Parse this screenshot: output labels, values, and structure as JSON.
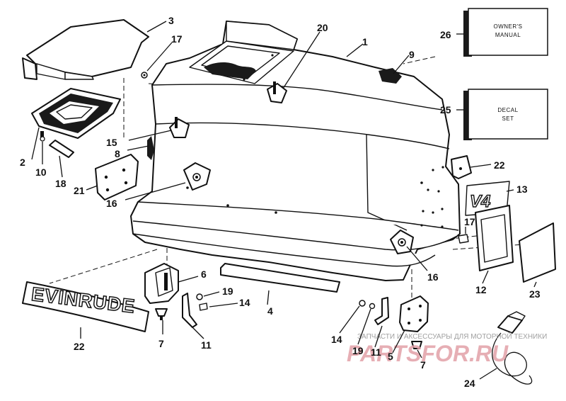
{
  "callouts": {
    "c1": "1",
    "c2": "2",
    "c3": "3",
    "c4": "4",
    "c5": "5",
    "c6": "6",
    "c7a": "7",
    "c7b": "7",
    "c8": "8",
    "c9": "9",
    "c10": "10",
    "c11a": "11",
    "c11b": "11",
    "c12": "12",
    "c13": "13",
    "c14a": "14",
    "c14b": "14",
    "c15": "15",
    "c16a": "16",
    "c16b": "16",
    "c17a": "17",
    "c17b": "17",
    "c18": "18",
    "c19a": "19",
    "c19b": "19",
    "c20": "20",
    "c21": "21",
    "c22a": "22",
    "c22b": "22",
    "c23": "23",
    "c24": "24",
    "c25": "25",
    "c26": "26"
  },
  "boxes": {
    "owners_manual_line1": "OWNER'S",
    "owners_manual_line2": "MANUAL",
    "decal_set_line1": "DECAL",
    "decal_set_line2": "SET"
  },
  "decals": {
    "brand": "EVINRUDE",
    "model": "V4"
  },
  "watermark": {
    "caption": "ЗАПЧАСТИ И АКСЕССУАРЫ ДЛЯ МОТОРНОЙ ТЕХНИКИ",
    "logo": "PARTSFOR.RU"
  }
}
